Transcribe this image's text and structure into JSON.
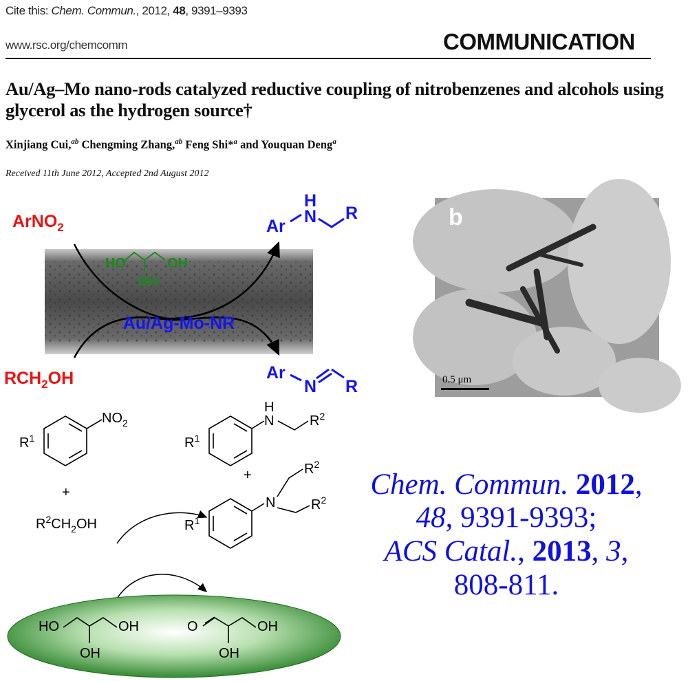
{
  "header": {
    "cite_prefix": "Cite this: ",
    "cite_journal": "Chem. Commun.",
    "cite_year": ", 2012, ",
    "cite_volume": "48",
    "cite_pages": ", 9391–9393",
    "url": "www.rsc.org/chemcomm",
    "article_type": "COMMUNICATION"
  },
  "article": {
    "title": "Au/Ag–Mo nano-rods catalyzed reductive coupling of nitrobenzenes and alcohols using glycerol as the hydrogen source†",
    "authors": [
      {
        "name": "Xinjiang Cui,",
        "aff": "ab"
      },
      {
        "name": " Chengming Zhang,",
        "aff": "ab"
      },
      {
        "name": " Feng Shi*",
        "aff": "a"
      },
      {
        "name": " and Youquan Deng",
        "aff": "a"
      }
    ],
    "received": "Received 11th June 2012, Accepted 2nd August 2012"
  },
  "scheme1": {
    "reactant1": "ArNO",
    "reactant1_sub": "2",
    "reactant2_a": "RCH",
    "reactant2_sub": "2",
    "reactant2_b": "OH",
    "catalyst": "Au/Ag-Mo-NR",
    "glycerol_ho": "HO",
    "glycerol_oh": "OH",
    "glycerol_oh2": "OH",
    "amine_ar": "Ar",
    "amine_h": "H",
    "amine_n": "N",
    "amine_r": "R",
    "imine_ar": "Ar",
    "imine_n": "N",
    "imine_r": "R"
  },
  "tem_panel": {
    "label": "b",
    "scale_bar": "0.5 μm"
  },
  "scheme2": {
    "r1": "R",
    "r1_sup": "1",
    "no2": "NO",
    "no2_sub": "2",
    "plus": "+",
    "alcohol_r": "R",
    "alcohol_sup": "2",
    "alcohol_rest_a": "CH",
    "alcohol_sub": "2",
    "alcohol_rest_b": "OH",
    "amine_h": "H",
    "amine_n": "N",
    "amine_r": "R",
    "amine_sup": "2",
    "tert_n": "N",
    "glycerol_ho": "HO",
    "glycerol_oh": "OH",
    "glycerol_oh2": "OH",
    "product_o": "O",
    "product_oh": "OH",
    "product_oh2": "OH"
  },
  "citations": {
    "line1_journal": "Chem. Commun.",
    "line1_year": "2012",
    "line1_end": ",",
    "line2_vol": "48",
    "line2_pages": ", 9391-9393;",
    "line3_journal": "ACS Catal.",
    "line3_sep": ", ",
    "line3_year": "2013",
    "line3_sep2": ", ",
    "line3_vol": "3",
    "line3_end": ",",
    "line4_pages": "808-811."
  },
  "colors": {
    "red": "#ee1111",
    "blue": "#1515ee",
    "green": "#1a8a1a",
    "cite_blue": "#1010e0"
  }
}
